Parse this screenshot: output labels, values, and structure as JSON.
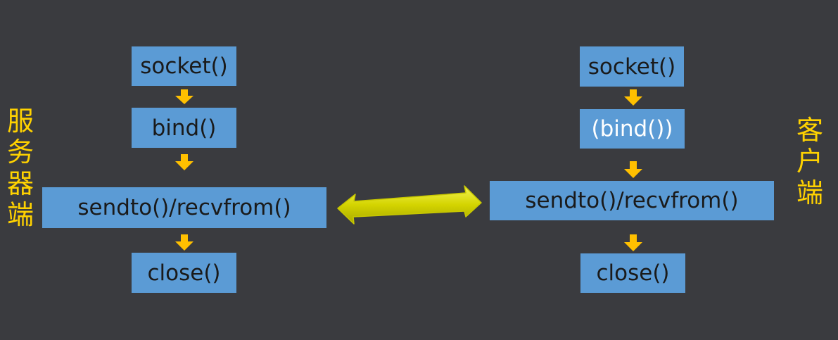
{
  "server": {
    "label": "服务器端",
    "steps": [
      "socket()",
      "bind()",
      "sendto()/recvfrom()",
      "close()"
    ]
  },
  "client": {
    "label": "客户端",
    "steps": [
      "socket()",
      "(bind())",
      "sendto()/recvfrom()",
      "close()"
    ]
  },
  "colors": {
    "background": "#3a3b3f",
    "box": "#5b9bd5",
    "arrow": "#ffc000",
    "label": "#ffd200",
    "double_arrow": "#e8e800"
  }
}
